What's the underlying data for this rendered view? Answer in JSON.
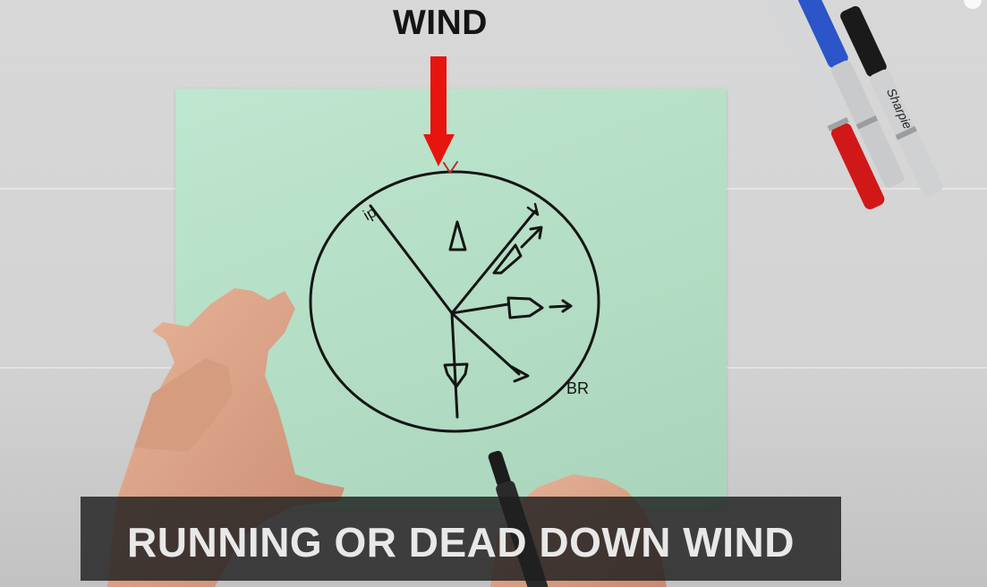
{
  "overlay": {
    "wind_heading": "WIND",
    "caption": "RUNNING OR DEAD DOWN WIND"
  },
  "drawing": {
    "labels": {
      "top_left_mark": "ip",
      "bottom_right_mark": "BR"
    }
  },
  "colors": {
    "wind_arrow": "#e8140f",
    "paper": "#b6dec7",
    "ink": "#151515",
    "caption_bg": "#1e1e1e",
    "caption_text": "#e8e8e8"
  },
  "scene_objects": {
    "marker_colors": [
      "#d01818",
      "#2b55c8",
      "#1a1a1a"
    ],
    "marker_brand": "Sharpie"
  }
}
